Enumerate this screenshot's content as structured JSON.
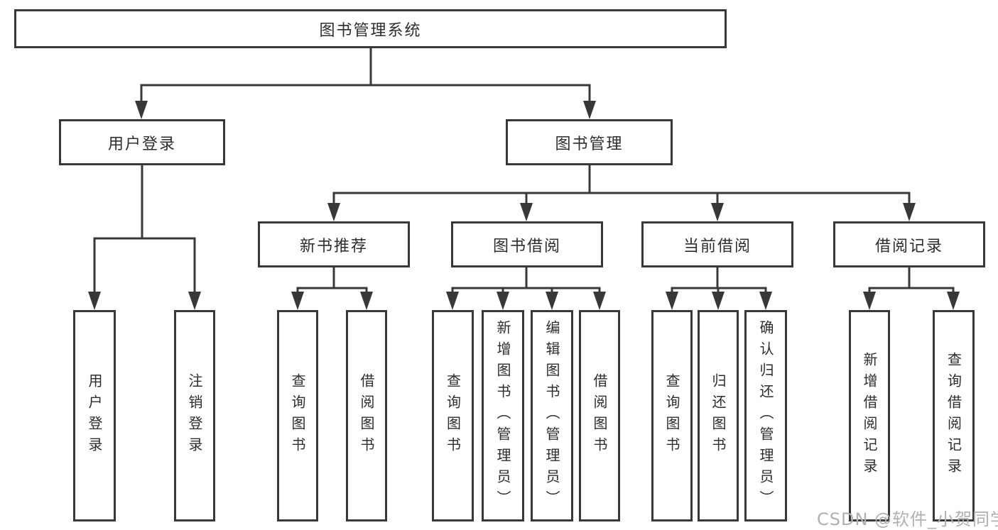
{
  "tree": {
    "label": "图书管理系统",
    "children": [
      {
        "label": "用户登录",
        "children": [
          {
            "label": "用户登录"
          },
          {
            "label": "注销登录"
          }
        ]
      },
      {
        "label": "图书管理",
        "children": [
          {
            "label": "新书推荐",
            "children": [
              {
                "label": "查询图书"
              },
              {
                "label": "借阅图书"
              }
            ]
          },
          {
            "label": "图书借阅",
            "children": [
              {
                "label": "查询图书"
              },
              {
                "label": "新增图书（管理员）"
              },
              {
                "label": "编辑图书（管理员）"
              },
              {
                "label": "借阅图书"
              }
            ]
          },
          {
            "label": "当前借阅",
            "children": [
              {
                "label": "查询图书"
              },
              {
                "label": "归还图书"
              },
              {
                "label": "确认归还（管理员）"
              }
            ]
          },
          {
            "label": "借阅记录",
            "children": [
              {
                "label": "新增借阅记录"
              },
              {
                "label": "查询借阅记录"
              }
            ]
          }
        ]
      }
    ]
  },
  "watermark": {
    "text": "CSDN @软件_小贺同学"
  },
  "colors": {
    "line": "#383838",
    "box_border": "#383838",
    "box_background": "#ffffff",
    "text": "#2d2d2d",
    "watermark": "#b0b0b0",
    "page_background": "#ffffff"
  }
}
